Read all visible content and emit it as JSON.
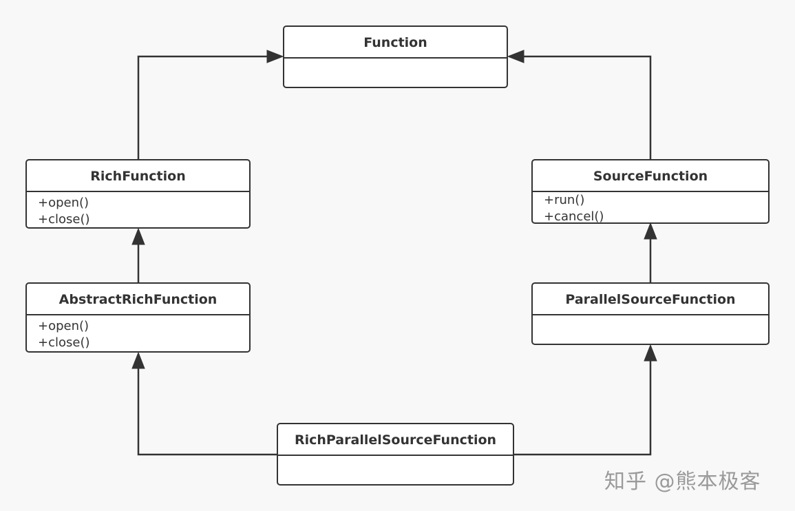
{
  "classes": {
    "function": {
      "name": "Function",
      "methods": []
    },
    "rich_function": {
      "name": "RichFunction",
      "methods": [
        "+open()",
        "+close()"
      ]
    },
    "source_function": {
      "name": "SourceFunction",
      "methods": [
        "+run()",
        "+cancel()"
      ]
    },
    "abstract_rich_function": {
      "name": "AbstractRichFunction",
      "methods": [
        "+open()",
        "+close()"
      ]
    },
    "parallel_source_function": {
      "name": "ParallelSourceFunction",
      "methods": []
    },
    "rich_parallel_source_function": {
      "name": "RichParallelSourceFunction",
      "methods": []
    }
  },
  "relations": [
    {
      "from": "rich_function",
      "to": "function",
      "type": "generalization"
    },
    {
      "from": "source_function",
      "to": "function",
      "type": "generalization"
    },
    {
      "from": "abstract_rich_function",
      "to": "rich_function",
      "type": "generalization"
    },
    {
      "from": "parallel_source_function",
      "to": "source_function",
      "type": "generalization"
    },
    {
      "from": "rich_parallel_source_function",
      "to": "abstract_rich_function",
      "type": "generalization"
    },
    {
      "from": "rich_parallel_source_function",
      "to": "parallel_source_function",
      "type": "generalization"
    }
  ],
  "watermark": "知乎 @熊本极客",
  "colors": {
    "stroke": "#333333",
    "background": "#f8f8f8",
    "box_fill": "#ffffff",
    "watermark": "#9a9a9a"
  }
}
